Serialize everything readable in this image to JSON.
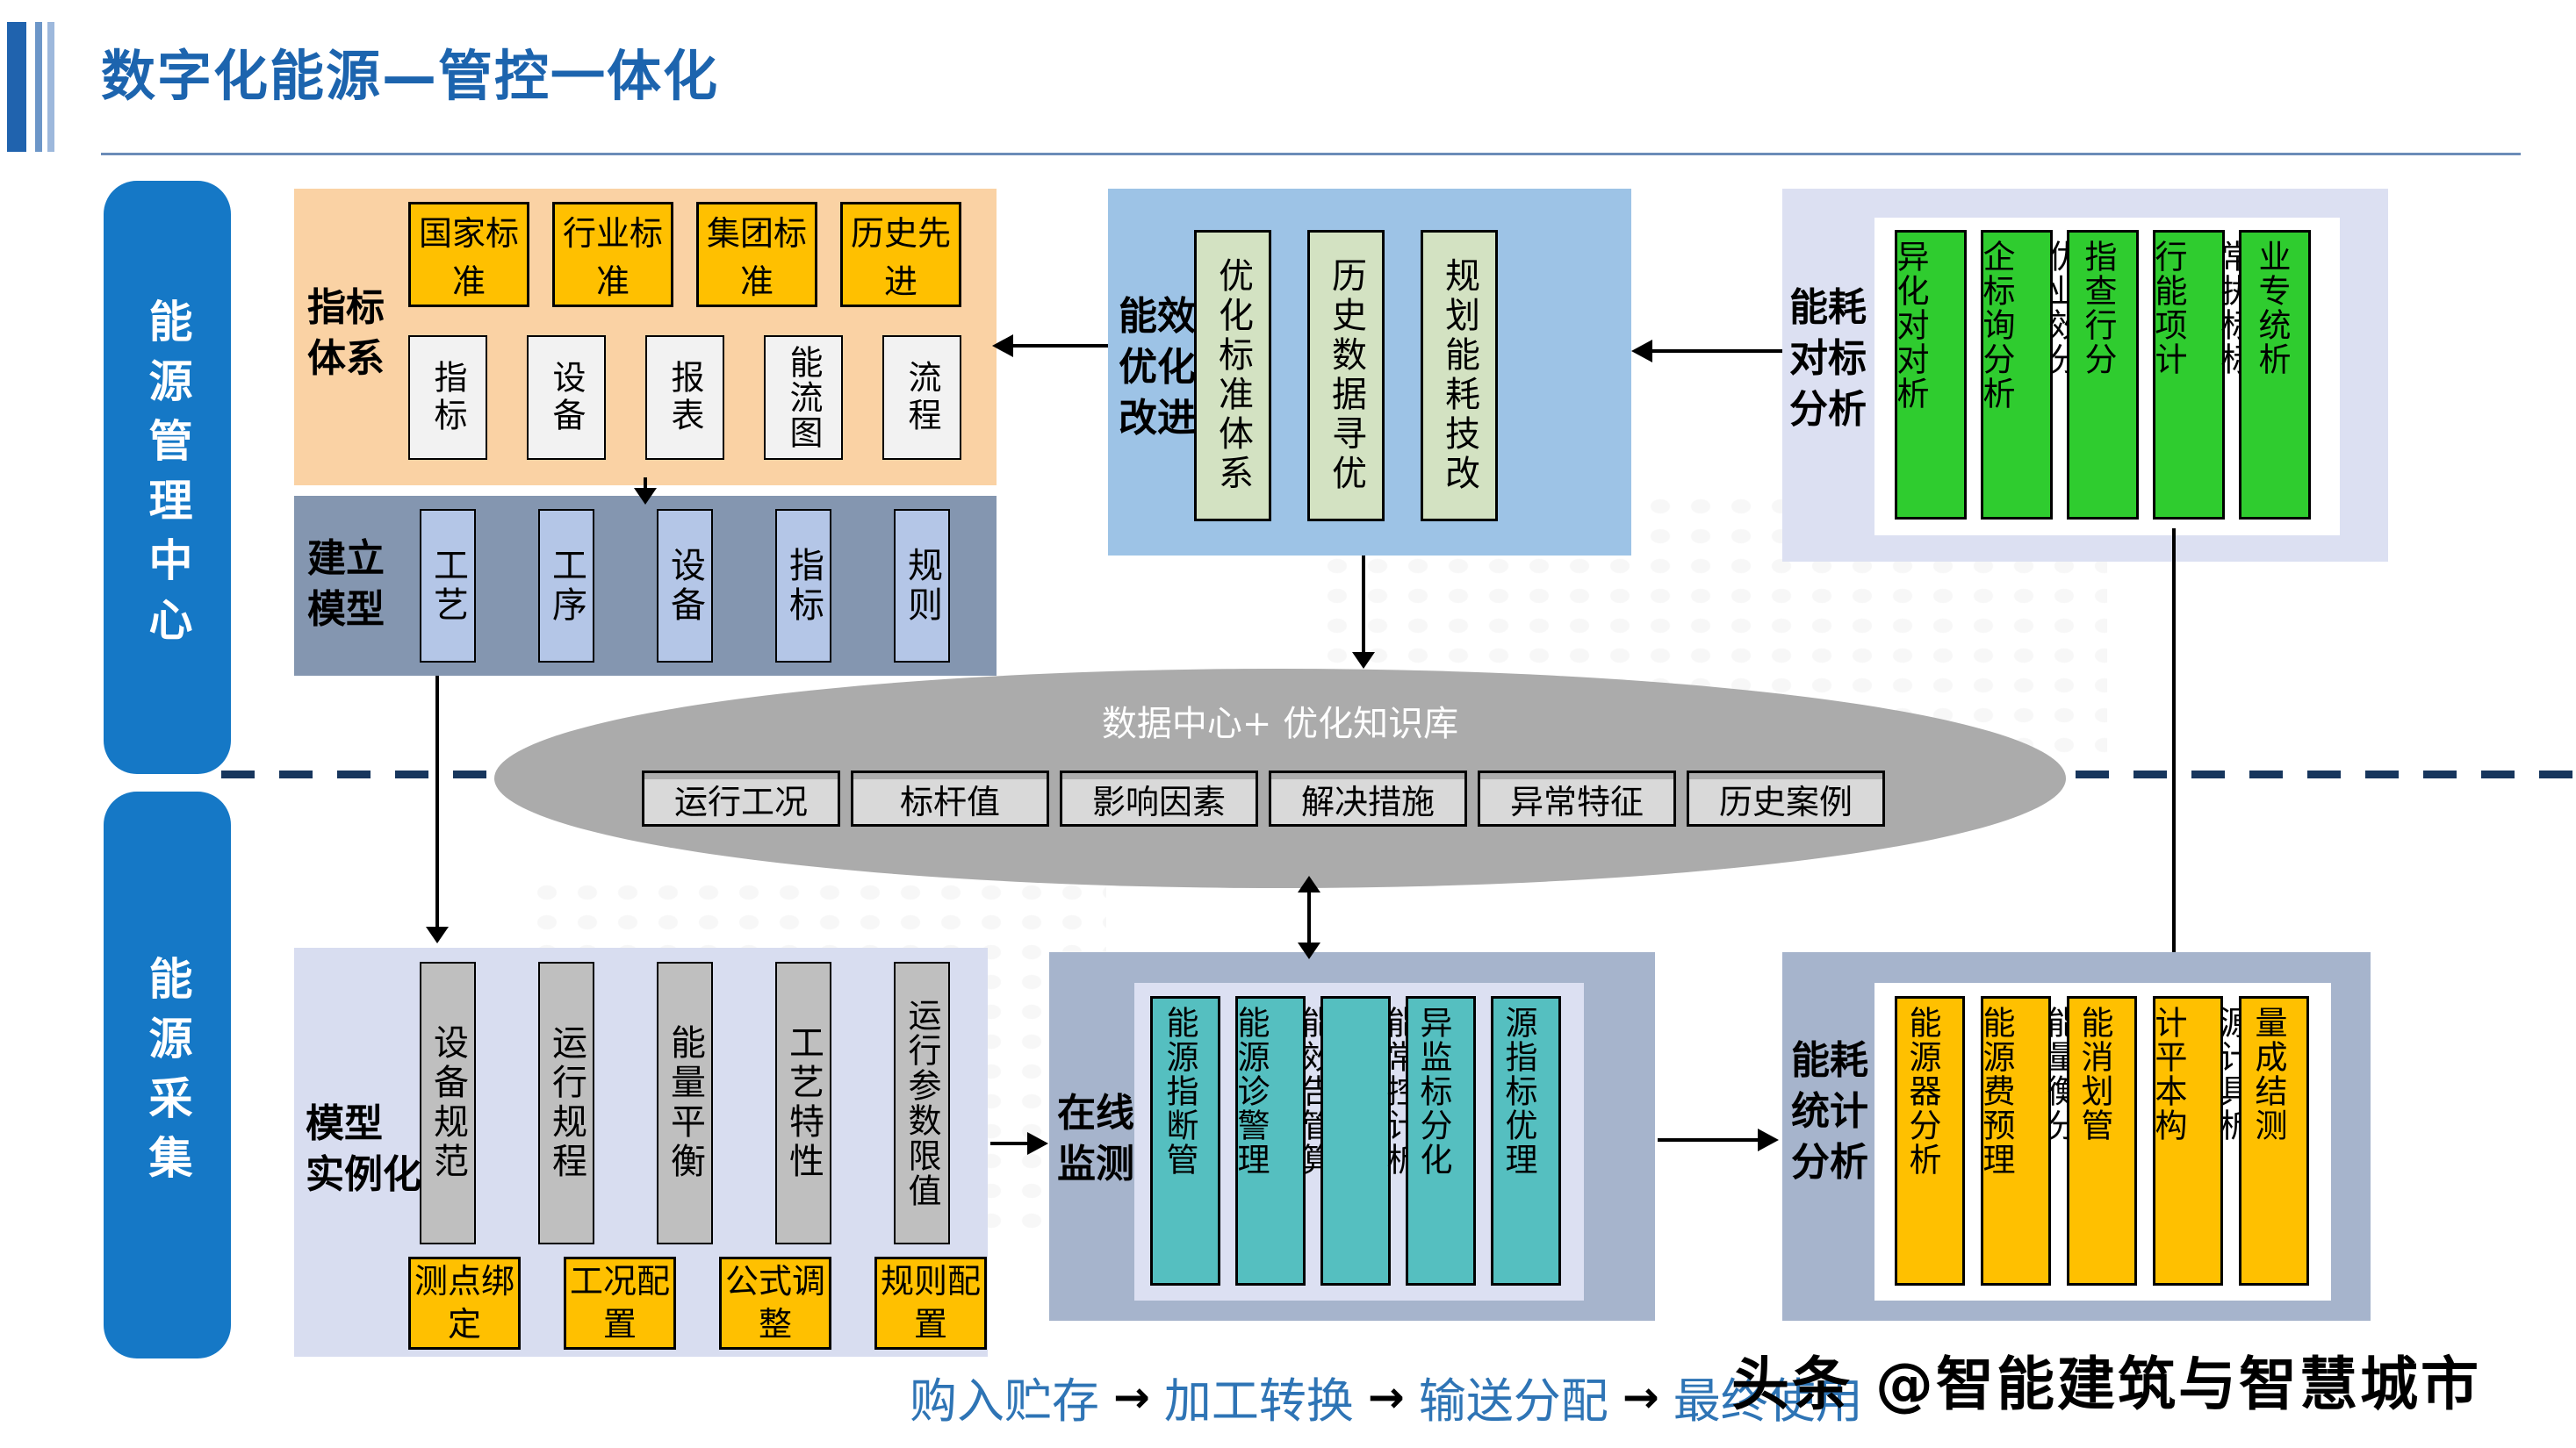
{
  "title": "数字化能源—管控一体化",
  "sidebars": [
    {
      "label": "能源管理中心"
    },
    {
      "label": "能源采集"
    }
  ],
  "indicator_system": {
    "label": "指标\n体系",
    "standards": [
      "国家标准",
      "行业标准",
      "集团标准",
      "历史先进"
    ],
    "items": [
      "指标",
      "设备",
      "报表",
      "能流图",
      "流程"
    ]
  },
  "build_model": {
    "label": "建立\n模型",
    "items": [
      "工艺",
      "工序",
      "设备",
      "指标",
      "规则"
    ]
  },
  "efficiency_opt": {
    "label": "能效\n优化\n改进",
    "items": [
      "优化标准体系",
      "历史数据寻优",
      "规划能耗技改"
    ]
  },
  "benchmark": {
    "label": "能耗\n对标\n分析",
    "bars": [
      {
        "left": "异化对对析",
        "right": ""
      },
      {
        "left": "企标询分析",
        "right": "优业效分"
      },
      {
        "left": "指查行分",
        "right": ""
      },
      {
        "left": "行能项计",
        "right": "常执标标"
      },
      {
        "left": "业专统析",
        "right": ""
      }
    ]
  },
  "knowledge_base": {
    "title": "数据中心+ 优化知识库",
    "boxes": [
      "运行工况",
      "标杆值",
      "影响因素",
      "解决措施",
      "异常特征",
      "历史案例"
    ]
  },
  "model_instance": {
    "label": "模型\n实例化",
    "bars": [
      "设备规范",
      "运行规程",
      "能量平衡",
      "工艺特性",
      "运行参数限值"
    ],
    "configs": [
      "测点绑定",
      "工况配置",
      "公式调整",
      "规则配置"
    ]
  },
  "online_monitoring": {
    "label": "在线\n监测",
    "bars": [
      {
        "left": "能源指断管",
        "right": ""
      },
      {
        "left": "能源诊警理",
        "right": "能效告管算"
      },
      {
        "left": "",
        "right": "能常控计析"
      },
      {
        "left": "异监标分化",
        "right": ""
      },
      {
        "left": "源指标优理",
        "right": ""
      }
    ]
  },
  "statistics": {
    "label": "能耗\n统计\n分析",
    "bars": [
      {
        "left": "能源器分析",
        "right": ""
      },
      {
        "left": "能源费预理",
        "right": "能量衡分"
      },
      {
        "left": "能消划管",
        "right": ""
      },
      {
        "left": "计平本构",
        "right": "源计具析"
      },
      {
        "left": "量成结测",
        "right": ""
      }
    ]
  },
  "flow": {
    "arrow": "→",
    "steps": [
      "购入贮存",
      "加工转换",
      "输送分配",
      "最终使用"
    ]
  },
  "watermark": "头条 @智能建筑与智慧城市",
  "colors": {
    "title_blue": "#1C64AE",
    "sidebar_blue": "#1578C6",
    "panel_orange": "#FAD2A4",
    "box_gold": "#FFC000",
    "panel_slate": "#8496B0",
    "box_lightblue": "#B4C6E7",
    "panel_blue": "#9DC3E6",
    "box_palegreen": "#D3E2C2",
    "panel_periwinkle": "#DCE0F2",
    "bar_green": "#2FCC2F",
    "ellipse_gray": "#ABABAB",
    "box_gray": "#D9D9D9",
    "panel_lavender": "#D8DDF0",
    "bar_gray": "#BFBFBF",
    "box_slate": "#A6B4CC",
    "bar_teal": "#55BFC0",
    "dash_navy": "#17365D",
    "flow_blue": "#2E74B5"
  }
}
